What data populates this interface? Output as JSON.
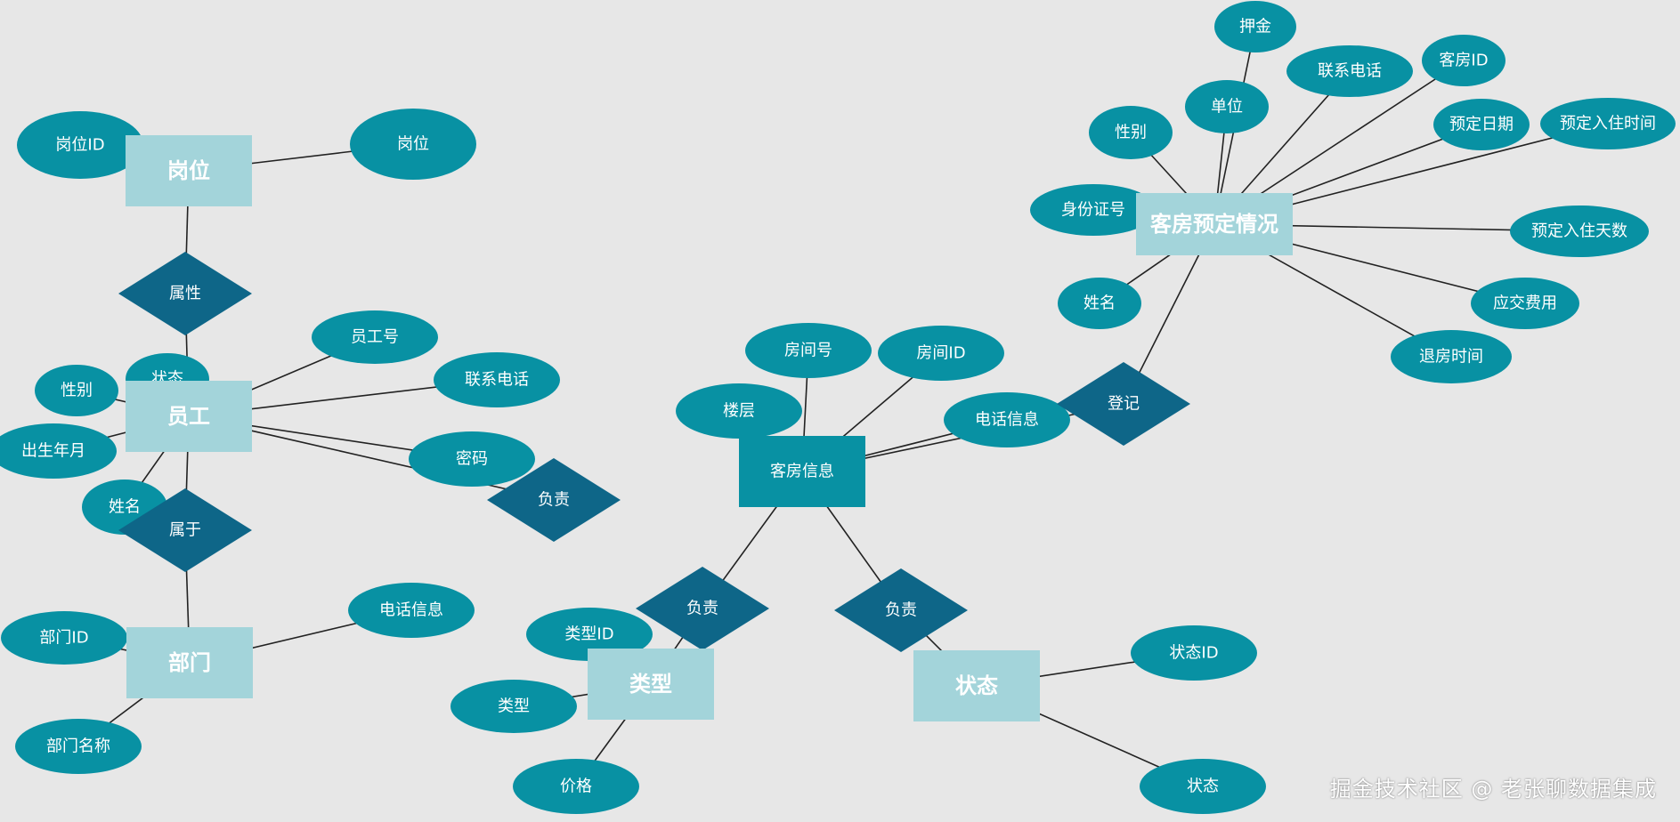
{
  "colors": {
    "background": "#e7e7e7",
    "entity_light": "#a3d4da",
    "entity_dark": "#0891a3",
    "attribute": "#0891a3",
    "relationship": "#0e6688",
    "line": "#222222",
    "text_light": "#ffffff"
  },
  "entities": [
    {
      "id": "gangwei",
      "label": "岗位",
      "style": "light"
    },
    {
      "id": "yuangong",
      "label": "员工",
      "style": "light"
    },
    {
      "id": "bumen",
      "label": "部门",
      "style": "light"
    },
    {
      "id": "kefangyuding",
      "label": "客房预定情况",
      "style": "light"
    },
    {
      "id": "kefangxinxi",
      "label": "客房信息",
      "style": "dark"
    },
    {
      "id": "leixing",
      "label": "类型",
      "style": "light"
    },
    {
      "id": "zhuangtai",
      "label": "状态",
      "style": "light"
    }
  ],
  "relationships": [
    {
      "id": "shuxing",
      "label": "属性"
    },
    {
      "id": "shuyu",
      "label": "属于"
    },
    {
      "id": "fuze1",
      "label": "负责"
    },
    {
      "id": "dengji",
      "label": "登记"
    },
    {
      "id": "fuze2",
      "label": "负责"
    },
    {
      "id": "fuze3",
      "label": "负责"
    }
  ],
  "attributes": [
    {
      "id": "a_gwid",
      "label": "岗位ID"
    },
    {
      "id": "a_gw",
      "label": "岗位"
    },
    {
      "id": "a_ygh",
      "label": "员工号"
    },
    {
      "id": "a_zt1",
      "label": "状态"
    },
    {
      "id": "a_xb1",
      "label": "性别"
    },
    {
      "id": "a_lxdh1",
      "label": "联系电话"
    },
    {
      "id": "a_csny",
      "label": "出生年月"
    },
    {
      "id": "a_mm",
      "label": "密码"
    },
    {
      "id": "a_xm1",
      "label": "姓名"
    },
    {
      "id": "a_bmid",
      "label": "部门ID"
    },
    {
      "id": "a_dhxx1",
      "label": "电话信息"
    },
    {
      "id": "a_bmmc",
      "label": "部门名称"
    },
    {
      "id": "a_lxid",
      "label": "类型ID"
    },
    {
      "id": "a_lx",
      "label": "类型"
    },
    {
      "id": "a_jg",
      "label": "价格"
    },
    {
      "id": "a_ztid",
      "label": "状态ID"
    },
    {
      "id": "a_zt2",
      "label": "状态"
    },
    {
      "id": "a_fjh",
      "label": "房间号"
    },
    {
      "id": "a_fjid",
      "label": "房间ID"
    },
    {
      "id": "a_lc",
      "label": "楼层"
    },
    {
      "id": "a_dhxx2",
      "label": "电话信息"
    },
    {
      "id": "a_yj",
      "label": "押金"
    },
    {
      "id": "a_lxdh2",
      "label": "联系电话"
    },
    {
      "id": "a_kfid",
      "label": "客房ID"
    },
    {
      "id": "a_dw",
      "label": "单位"
    },
    {
      "id": "a_xb2",
      "label": "性别"
    },
    {
      "id": "a_ydrq",
      "label": "预定日期"
    },
    {
      "id": "a_ydrzsj",
      "label": "预定入住时间"
    },
    {
      "id": "a_sfzh",
      "label": "身份证号"
    },
    {
      "id": "a_ydrzts",
      "label": "预定入住天数"
    },
    {
      "id": "a_xm2",
      "label": "姓名"
    },
    {
      "id": "a_yjfy",
      "label": "应交费用"
    },
    {
      "id": "a_tfsj",
      "label": "退房时间"
    }
  ],
  "watermark": "掘金技术社区 @ 老张聊数据集成"
}
